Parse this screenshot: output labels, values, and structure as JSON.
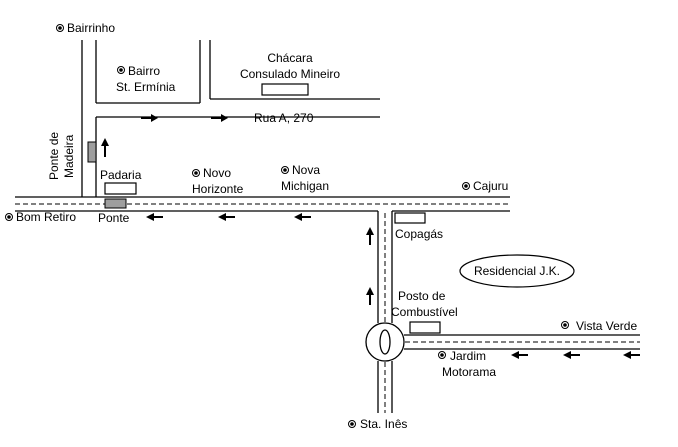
{
  "colors": {
    "ink": "#000000",
    "background": "#ffffff",
    "bridge": "#9e9e9e"
  },
  "places": {
    "bairrinho": "Bairrinho",
    "bairro_st_erminia": [
      "Bairro",
      "St. Ermínia"
    ],
    "chacara": [
      "Chácara",
      "Consulado Mineiro"
    ],
    "rua_a": "Rua A, 270",
    "ponte_de_madeira": [
      "Ponte de",
      "Madeira"
    ],
    "padaria": "Padaria",
    "novo_horizonte": [
      "Novo",
      "Horizonte"
    ],
    "nova_michigan": [
      "Nova",
      "Michigan"
    ],
    "cajuru": "Cajuru",
    "bom_retiro": "Bom Retiro",
    "ponte": "Ponte",
    "copagas": "Copagás",
    "residencial_jk": "Residencial J.K.",
    "posto": [
      "Posto de",
      "Combustível"
    ],
    "vista_verde": "Vista Verde",
    "jardim_motorama": [
      "Jardim",
      "Motorama"
    ],
    "sta_ines": "Sta. Inês"
  },
  "icons": {
    "place_marker": "bullseye-marker-icon",
    "arrow": "direction-arrow-icon",
    "building": "building-box-icon"
  }
}
